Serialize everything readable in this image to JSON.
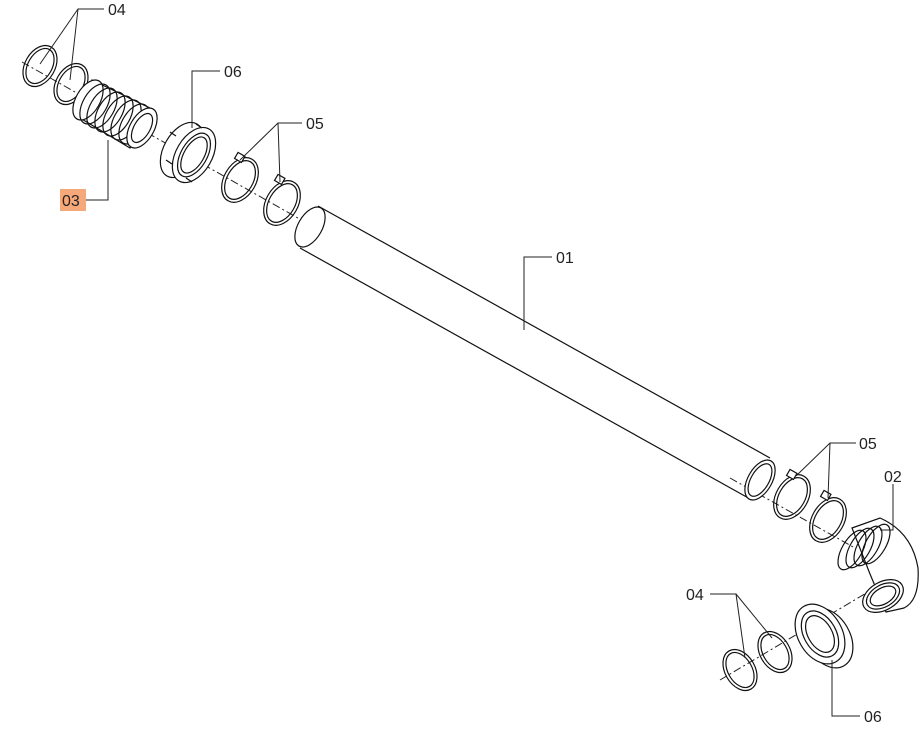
{
  "diagram": {
    "callouts": [
      {
        "id": "c1",
        "text": "04",
        "highlighted": false
      },
      {
        "id": "c2",
        "text": "06",
        "highlighted": false
      },
      {
        "id": "c3",
        "text": "05",
        "highlighted": false
      },
      {
        "id": "c4",
        "text": "03",
        "highlighted": true
      },
      {
        "id": "c5",
        "text": "01",
        "highlighted": false
      },
      {
        "id": "c6",
        "text": "05",
        "highlighted": false
      },
      {
        "id": "c7",
        "text": "02",
        "highlighted": false
      },
      {
        "id": "c8",
        "text": "04",
        "highlighted": false
      },
      {
        "id": "c9",
        "text": "06",
        "highlighted": false
      }
    ],
    "highlight_color": "#f5a97a"
  }
}
